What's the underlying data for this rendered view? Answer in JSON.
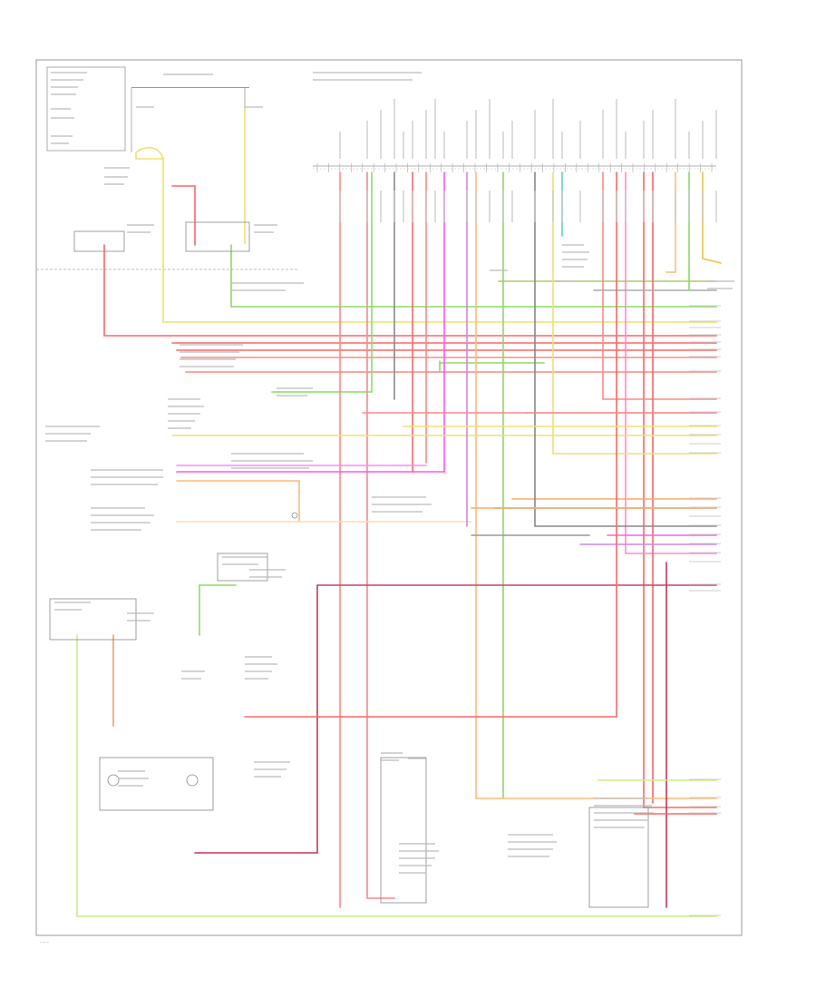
{
  "diagram": {
    "footer_label": "········",
    "colors": {
      "border": "#9a9a9a",
      "text": "#666666",
      "red": "#ff6666",
      "pink": "#ff8888",
      "green": "#88dd66",
      "yellow": "#f0e070",
      "orange": "#ffbb77",
      "magenta": "#ff55ff",
      "violet": "#cc88ee",
      "grey": "#888888",
      "dark_red": "#cc3355",
      "cyan": "#66cccc",
      "light_green": "#ccee88"
    },
    "connector_pins": [
      "1",
      "2",
      "3",
      "4",
      "5",
      "6",
      "7",
      "8",
      "9",
      "10",
      "11",
      "12",
      "13",
      "14",
      "15",
      "16",
      "17",
      "18",
      "19",
      "20",
      "21",
      "22",
      "23",
      "24",
      "25",
      "26",
      "27",
      "28",
      "29",
      "30",
      "31",
      "32",
      "33",
      "34",
      "35",
      "36"
    ]
  }
}
